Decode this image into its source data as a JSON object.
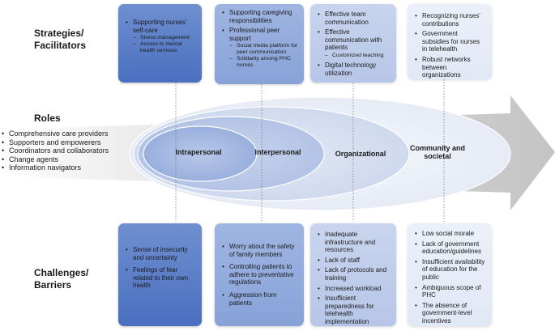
{
  "row_labels": {
    "strategies": "Strategies/\nFacilitators",
    "roles": "Roles",
    "challenges": "Challenges/\nBarriers"
  },
  "roles": [
    "Comprehensive care providers",
    "Supporters and empowerers",
    "Coordinators and collaborators",
    "Change agents",
    "Information navigators"
  ],
  "levels": [
    "Intrapersonal",
    "Interpersonal",
    "Organizational",
    "Community and\nsocietal"
  ],
  "colors": {
    "level1": "#4a6fbf",
    "level2": "#88a2d8",
    "level3": "#b6c6e8",
    "level4": "#e1e8f6",
    "arrow": "#c8c8c8"
  },
  "strategies": {
    "intrapersonal": {
      "item1": "Supporting nurses' self-care",
      "item1_sub": [
        "Stress management",
        "Access to mental health services"
      ]
    },
    "interpersonal": {
      "item1": "Supporting caregiving responsibilities",
      "item2": "Professional peer support",
      "item2_sub": [
        "Social media platform for peer communication",
        "Solidarity among PHC nurses"
      ]
    },
    "organizational": {
      "item1": "Effective team communication",
      "item2": "Effective communication with patients",
      "item2_sub": [
        "Customized teaching"
      ],
      "item3": "Digital technology utilization"
    },
    "community": {
      "items": [
        "Recognizing nurses' contributions",
        "Government subsidies for nurses in telehealth",
        "Robust networks between organizations"
      ]
    }
  },
  "challenges": {
    "intrapersonal": [
      "Sense of insecurity and uncertainty",
      "Feelings of fear related to their own health"
    ],
    "interpersonal": [
      "Worry about the safety of family members",
      "Controlling patients to adhere to preventative regulations",
      "Aggression from patients"
    ],
    "organizational": [
      "Inadequate infrastructure and resources",
      "Lack of staff",
      "Lack of protocols and training",
      "Increased workload",
      "Insufficient preparedness for telehealth implementation"
    ],
    "community": [
      "Low social morale",
      "Lack of government education/guidelines",
      "Insufficient availability of education for the public",
      "Ambiguous scope of PHC",
      "The absence of government-level incentives"
    ]
  }
}
